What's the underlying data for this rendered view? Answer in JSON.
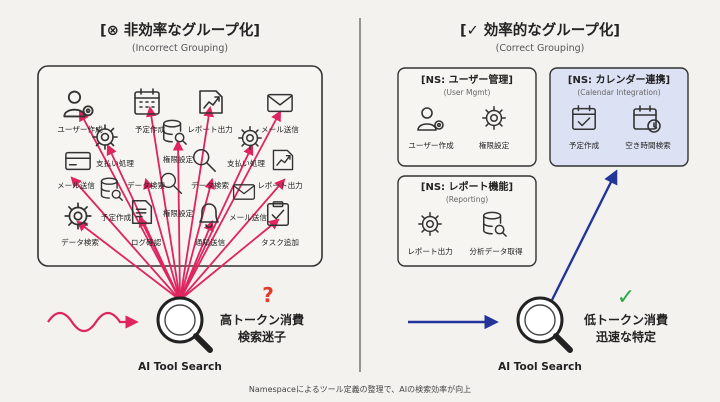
{
  "left": {
    "title": "[⊗ 非効率なグループ化]",
    "subtitle": "(Incorrect Grouping)",
    "tools": [
      "ユーザー作成",
      "予定作成",
      "レポート出力",
      "メール送信",
      "支払い処理",
      "権限設定",
      "支払い処理",
      "メール送信",
      "データ検索",
      "データ検索",
      "レポート出力",
      "予定作成",
      "権限設定",
      "メール送信",
      "データ検索",
      "ログ確認",
      "通知送信",
      "タスク追加"
    ],
    "search_label": "AI Tool Search",
    "result_line1": "高トークン消費",
    "result_line2": "検索迷子",
    "question_mark": "?"
  },
  "right": {
    "title": "[✓ 効率的なグループ化]",
    "subtitle": "(Correct Grouping)",
    "namespaces": [
      {
        "title": "[NS: ユーザー管理]",
        "subtitle": "(User Mgmt)",
        "tools": [
          "ユーザー作成",
          "権限設定"
        ]
      },
      {
        "title": "[NS: カレンダー連携]",
        "subtitle": "(Calendar Integration)",
        "tools": [
          "予定作成",
          "空き時間検索"
        ]
      },
      {
        "title": "[NS: レポート機能]",
        "subtitle": "(Reporting)",
        "tools": [
          "レポート出力",
          "分析データ取得"
        ]
      }
    ],
    "search_label": "AI Tool Search",
    "result_line1": "低トークン消費",
    "result_line2": "迅速な特定",
    "check_mark": "✓"
  },
  "caption": "Namespaceによるツール定義の整理で、AIの検索効率が向上",
  "colors": {
    "chaos": "#e0245e",
    "direct": "#24359a",
    "highlight": "#dde1f4",
    "check": "#2aa84a",
    "question": "#e03b2a"
  }
}
